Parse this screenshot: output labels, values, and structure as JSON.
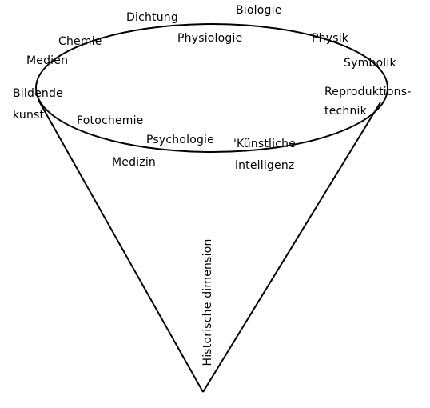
{
  "colors": {
    "background": "#ffffff",
    "ink": "#000000"
  },
  "diagram": {
    "cone_labels": {
      "biologie": "Biologie",
      "dichtung": "Dichtung",
      "physiologie": "Physiologie",
      "chemie": "Chemie",
      "physik": "Physik",
      "medien": "Medien",
      "symbolik": "Symbolik",
      "bildende_line1": "Bildende",
      "bildende_line2": "kunst",
      "reproduktion_line1": "Reproduktions-",
      "reproduktion_line2": "technik",
      "fotochemie": "Fotochemie",
      "psychologie": "Psychologie",
      "kuenstliche_line1": "'Künstliche",
      "kuenstliche_line2": "intelligenz",
      "medizin": "Medizin"
    },
    "axis_label": "Historische dimension"
  }
}
